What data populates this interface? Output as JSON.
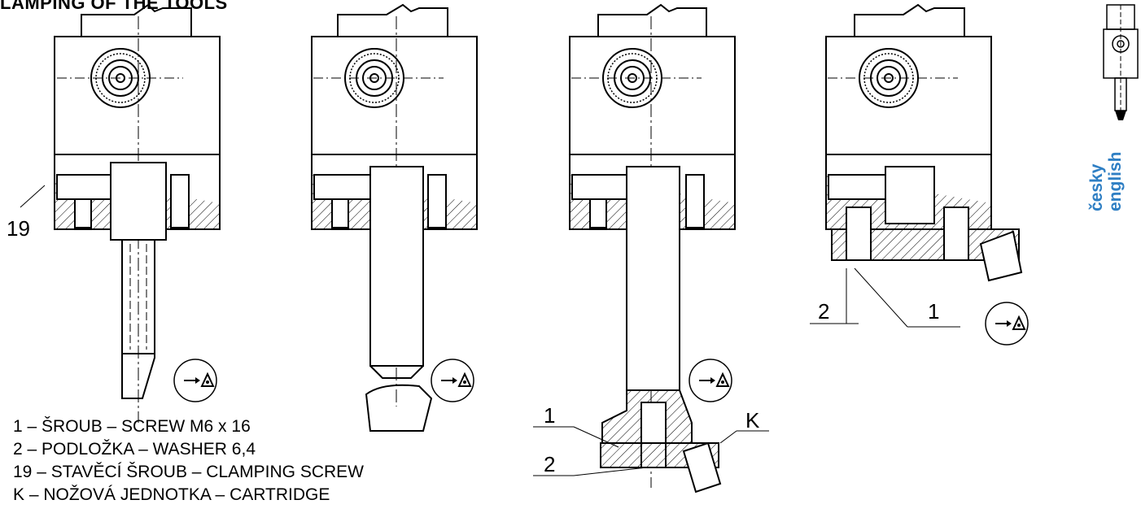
{
  "heading": "LAMPING OF THE TOOLS",
  "labels": {
    "fig1_19": "19",
    "fig3_1": "1",
    "fig3_2": "2",
    "fig3_k": "K",
    "fig4_2": "2",
    "fig4_1": "1"
  },
  "legend": [
    "1 – ŠROUB – SCREW M6 x 16",
    "2 – PODLOŽKA – WASHER 6,4",
    "19 – STAVĚCÍ ŠROUB – CLAMPING SCREW",
    "K – NOŽOVÁ JEDNOTKA – CARTRIDGE"
  ],
  "language": {
    "czech": "česky",
    "english": "english"
  },
  "colors": {
    "lines": "#000000",
    "lang_link": "#2f7fc4"
  }
}
